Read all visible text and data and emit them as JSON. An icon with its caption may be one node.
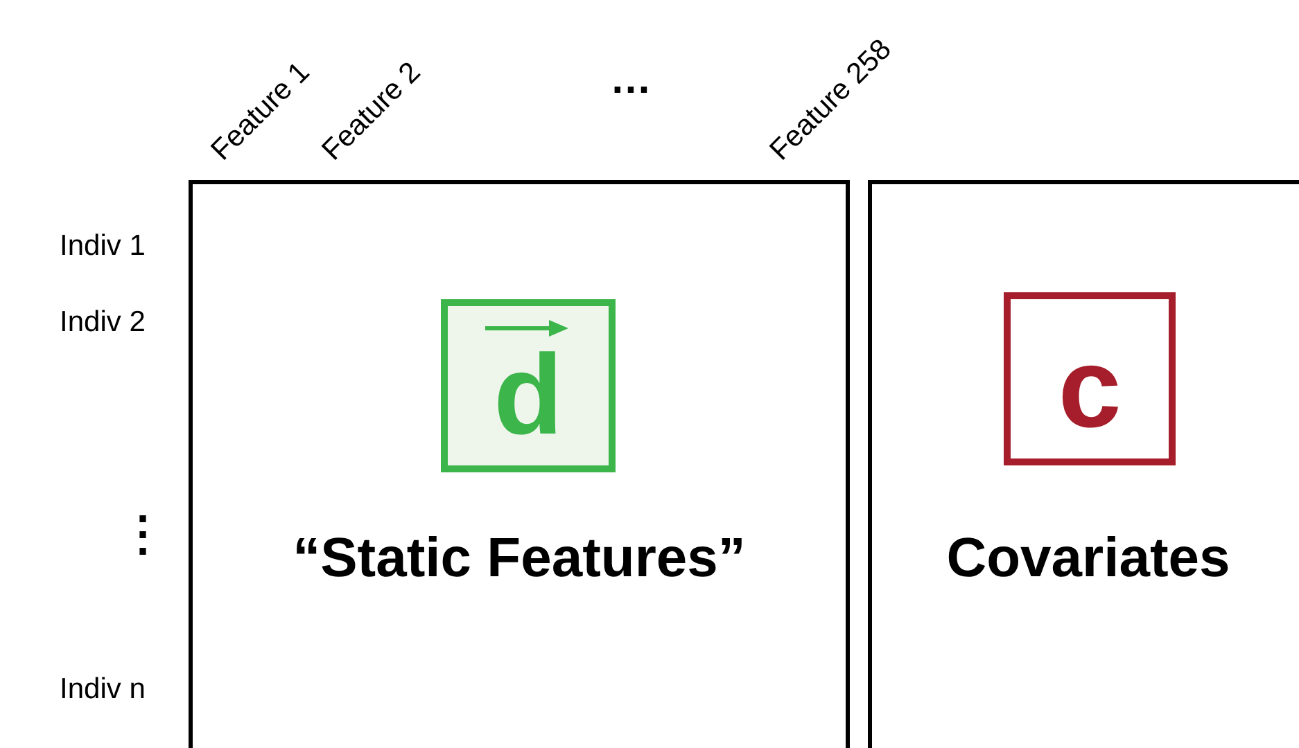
{
  "diagram": {
    "nodes": [
      {
        "text": [
          "“Static Features”"
        ]
      },
      {
        "text": [
          "d"
        ],
        "in": 0
      },
      {
        "text": [
          "Covariates"
        ]
      },
      {
        "text": [
          "c"
        ],
        "in": 2
      }
    ],
    "labels": [
      "Feature 1",
      "Feature 2",
      "…",
      "Feature 258",
      "Indiv 1",
      "Indiv 2",
      "⋮",
      "Indiv n"
    ]
  }
}
